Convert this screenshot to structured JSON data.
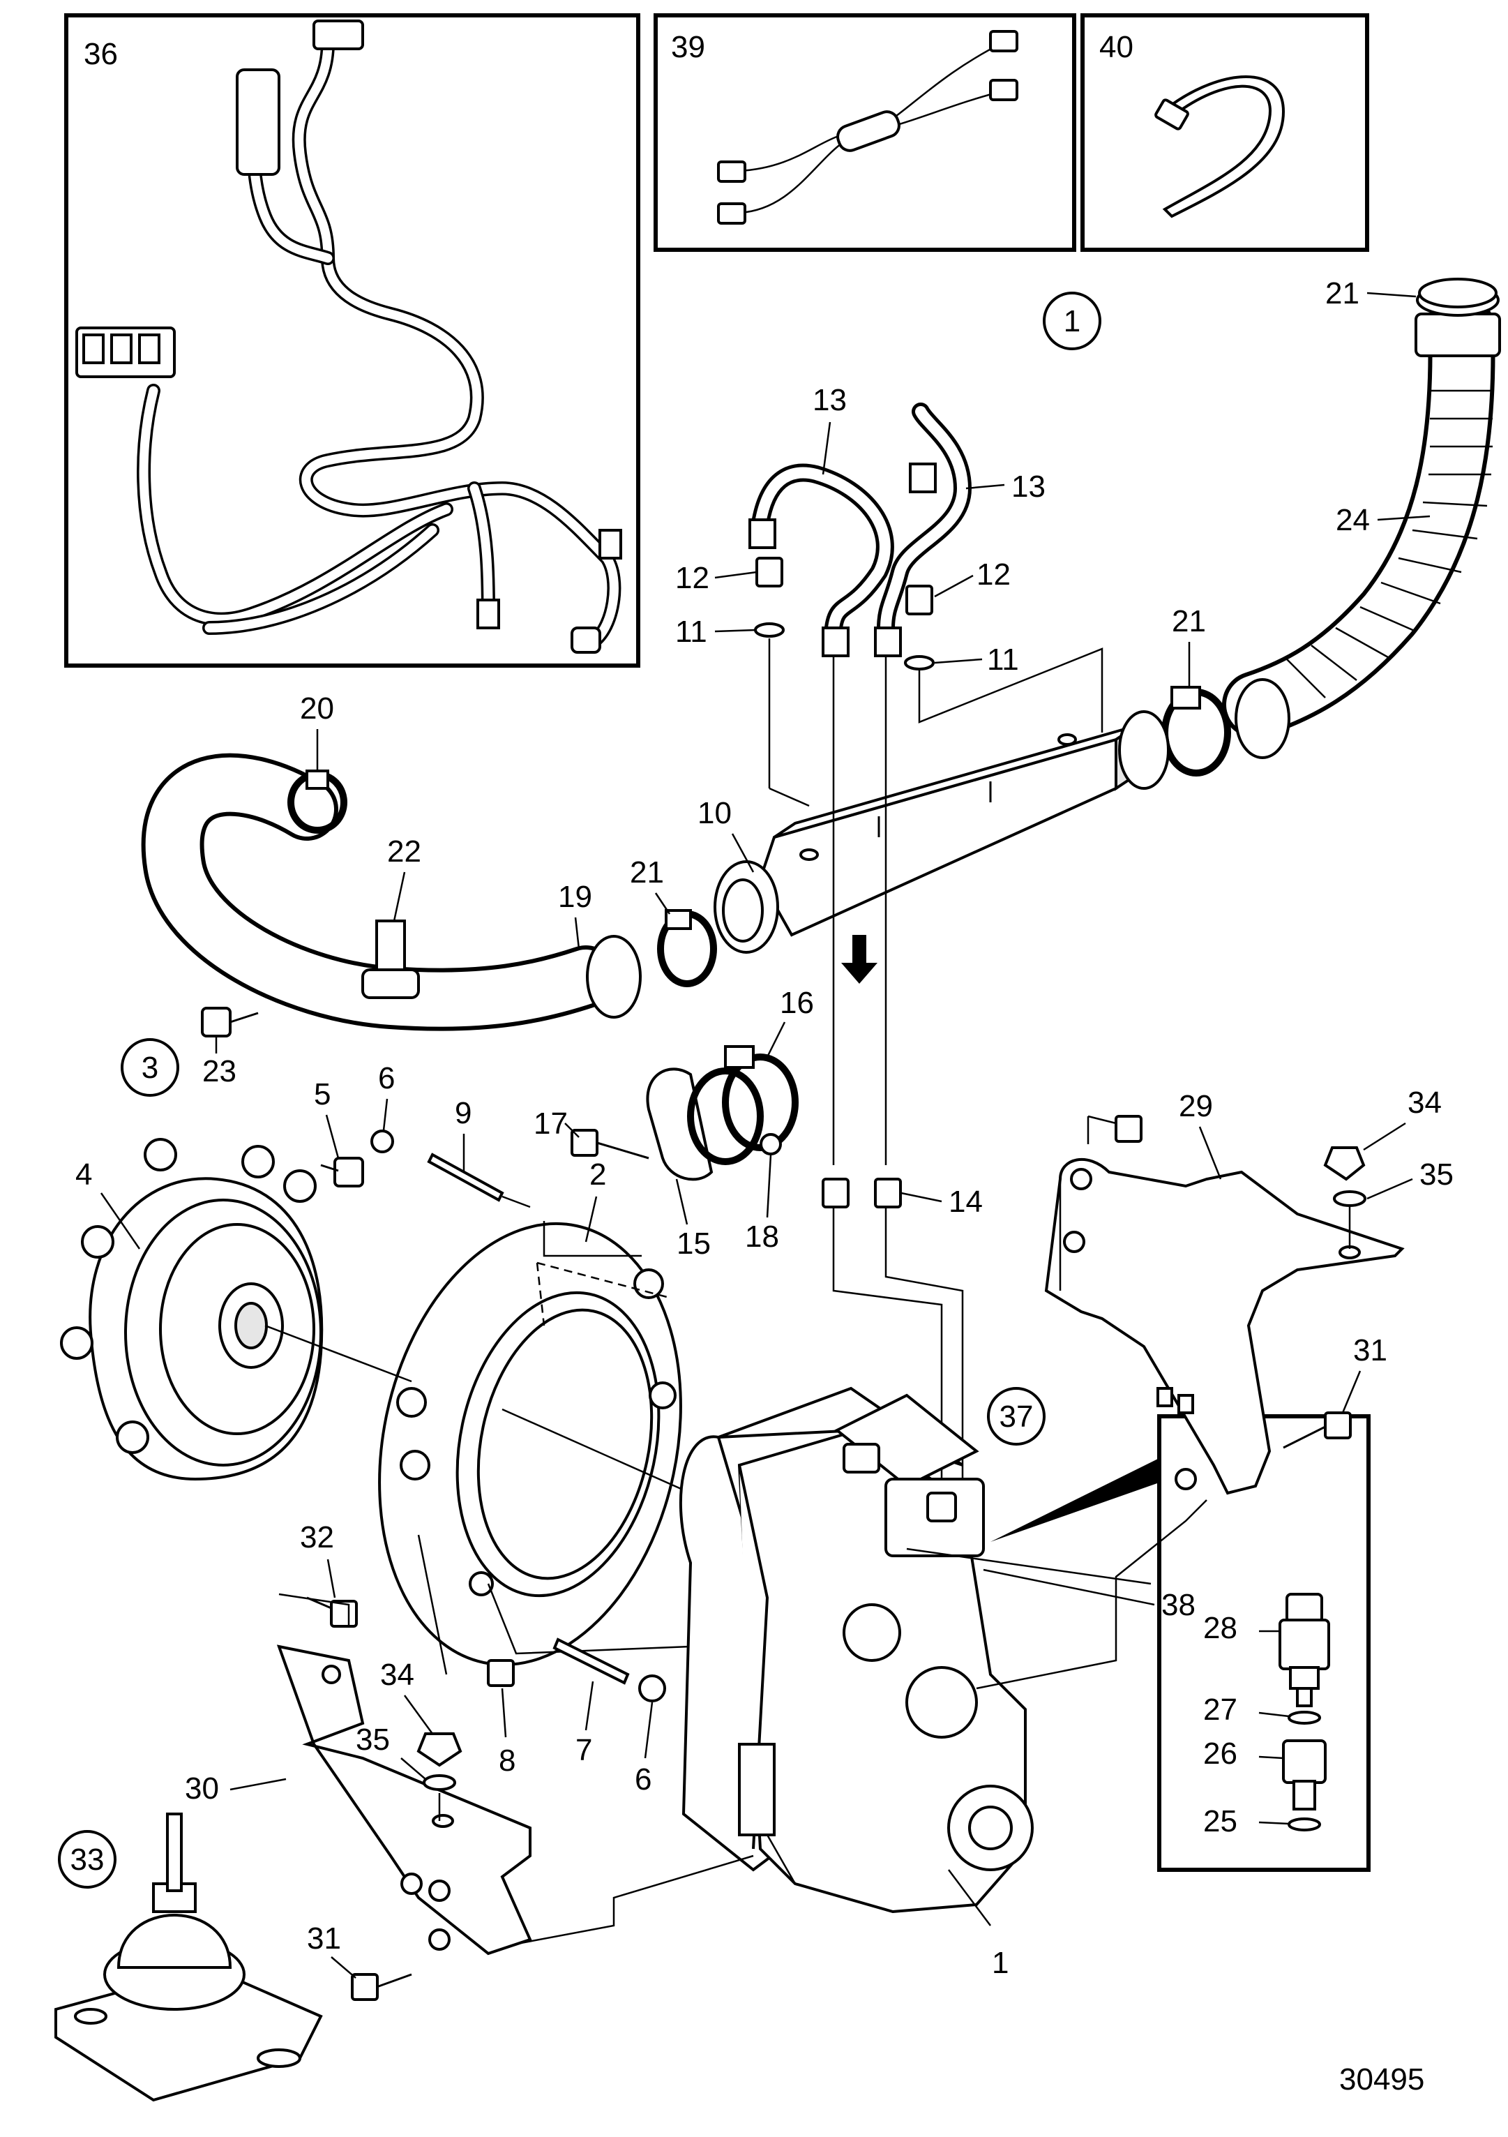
{
  "figure_id": "30495",
  "inset_labels": {
    "harness": "36",
    "y_cable": "39",
    "cable_tie": "40",
    "sensor_detail": [
      "28",
      "27",
      "26",
      "25"
    ]
  },
  "circled_refs": [
    "1",
    "3",
    "37",
    "33"
  ],
  "callouts": {
    "c1": "1",
    "c2": "2",
    "c4": "4",
    "c5": "5",
    "c6a": "6",
    "c6b": "6",
    "c7": "7",
    "c8": "8",
    "c9": "9",
    "c10": "10",
    "c11a": "11",
    "c11b": "11",
    "c12a": "12",
    "c12b": "12",
    "c13a": "13",
    "c13b": "13",
    "c14": "14",
    "c15": "15",
    "c16": "16",
    "c17": "17",
    "c18": "18",
    "c19": "19",
    "c20": "20",
    "c21a": "21",
    "c21b": "21",
    "c21c": "21",
    "c22": "22",
    "c23": "23",
    "c24": "24",
    "c29": "29",
    "c30": "30",
    "c31a": "31",
    "c31b": "31",
    "c32": "32",
    "c34a": "34",
    "c34b": "34",
    "c35a": "35",
    "c35b": "35",
    "c38": "38"
  },
  "colors": {
    "line": "#000000",
    "background": "#ffffff",
    "fill_shade": "#e6e6e6"
  }
}
